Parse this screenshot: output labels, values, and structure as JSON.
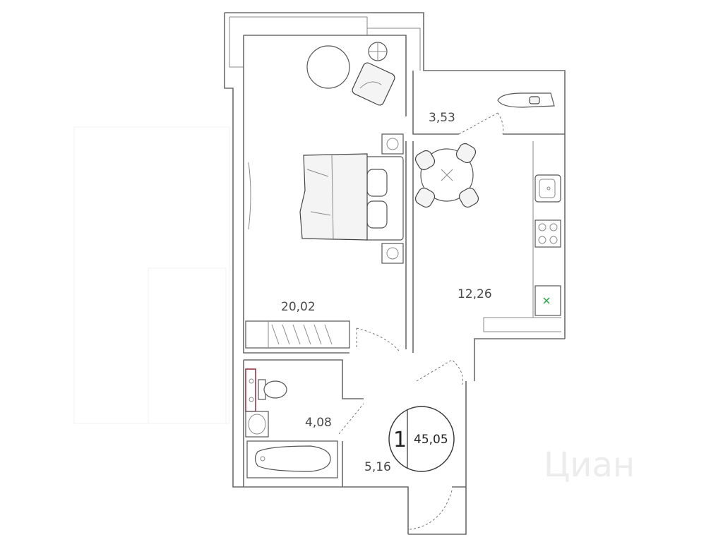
{
  "rooms": {
    "bedroom": {
      "area": "20,02"
    },
    "kitchen": {
      "area": "12,26"
    },
    "balcony": {
      "area": "3,53"
    },
    "bathroom": {
      "area": "4,08"
    },
    "hallway": {
      "area": "5,16"
    }
  },
  "badge": {
    "rooms": "1",
    "total": "45,05"
  },
  "watermark": {
    "text": "Циан"
  },
  "colors": {
    "wall": "#6b6b6b",
    "accent_sink": "#8b2a3a",
    "outlet": "#2aa84a"
  }
}
